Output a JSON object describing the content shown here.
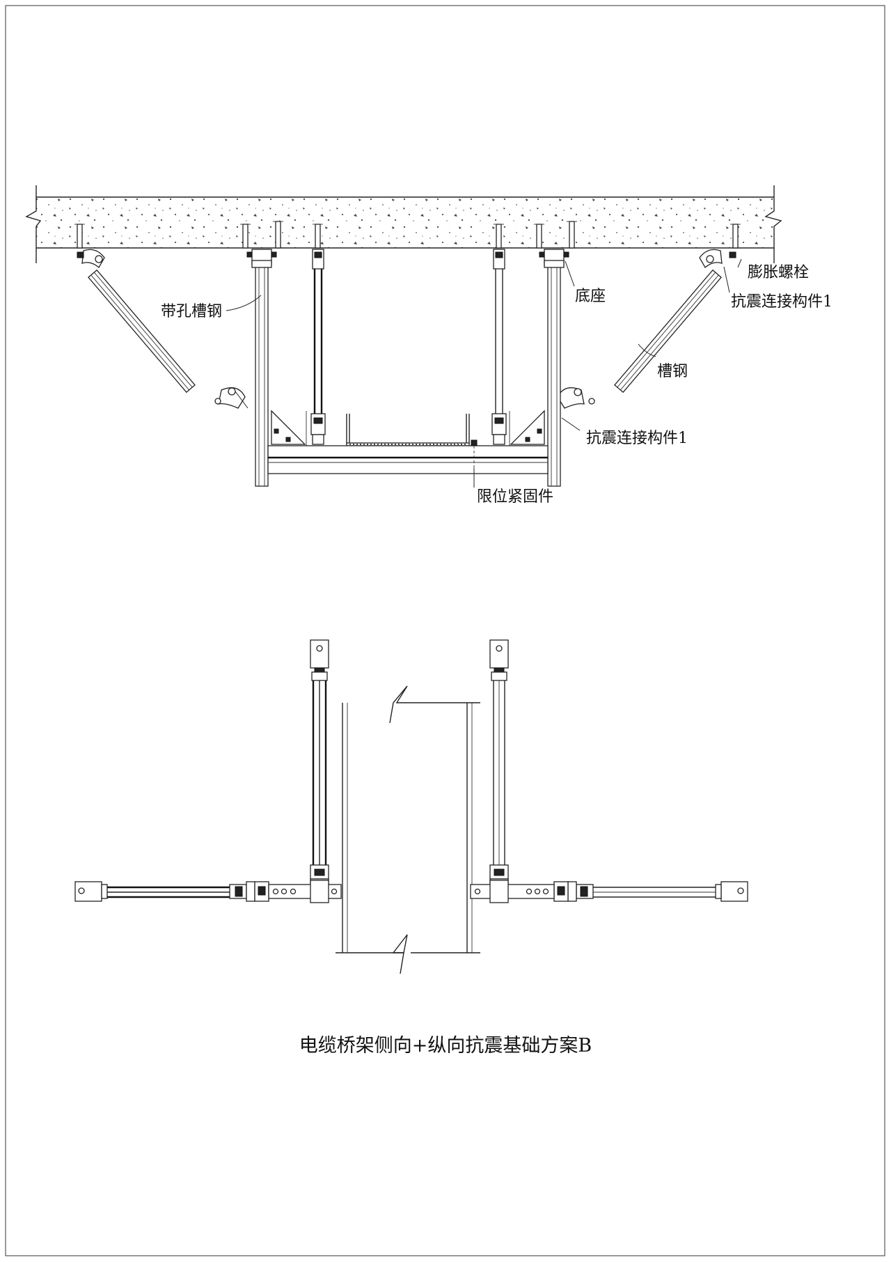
{
  "labels": {
    "expansion_bolt": "膨胀螺栓",
    "seismic_connector_top": "抗震连接构件1",
    "base": "底座",
    "perforated_channel": "带孔槽钢",
    "channel_steel": "槽钢",
    "seismic_connector_bottom": "抗震连接构件1",
    "limit_fastener": "限位紧固件"
  },
  "title": "电缆桥架侧向+纵向抗震基础方案B",
  "colors": {
    "line": "#222222",
    "paper": "#ffffff"
  }
}
